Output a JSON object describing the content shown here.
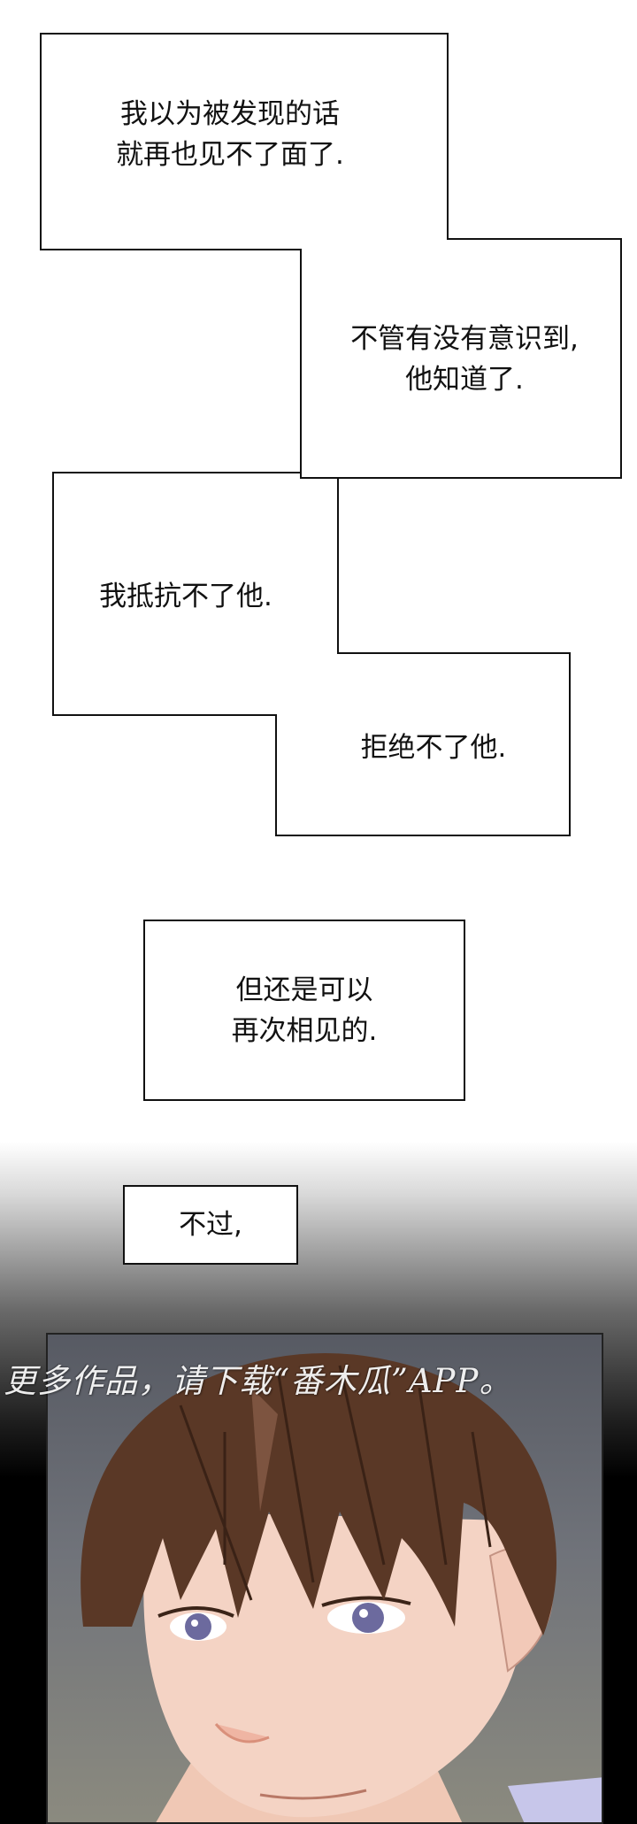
{
  "bubble_1": {
    "line_1": "我以为被发现的话",
    "line_2": "就再也见不了面了."
  },
  "bubble_2": {
    "line_1": "不管有没有意识到,",
    "line_2": "他知道了."
  },
  "bubble_3": {
    "line_1": "我抵抗不了他."
  },
  "bubble_4": {
    "line_1": "拒绝不了他."
  },
  "bubble_5": {
    "line_1": "但还是可以",
    "line_2": "再次相见的."
  },
  "bubble_6": {
    "line_1": "不过,"
  },
  "watermark": "更多作品，请下载“番木瓜”APP。",
  "colors": {
    "hair": "#5a3826",
    "skin": "#f4d3c4",
    "panel_bg": "#6b6e75",
    "eye": "#6c6a9e"
  }
}
